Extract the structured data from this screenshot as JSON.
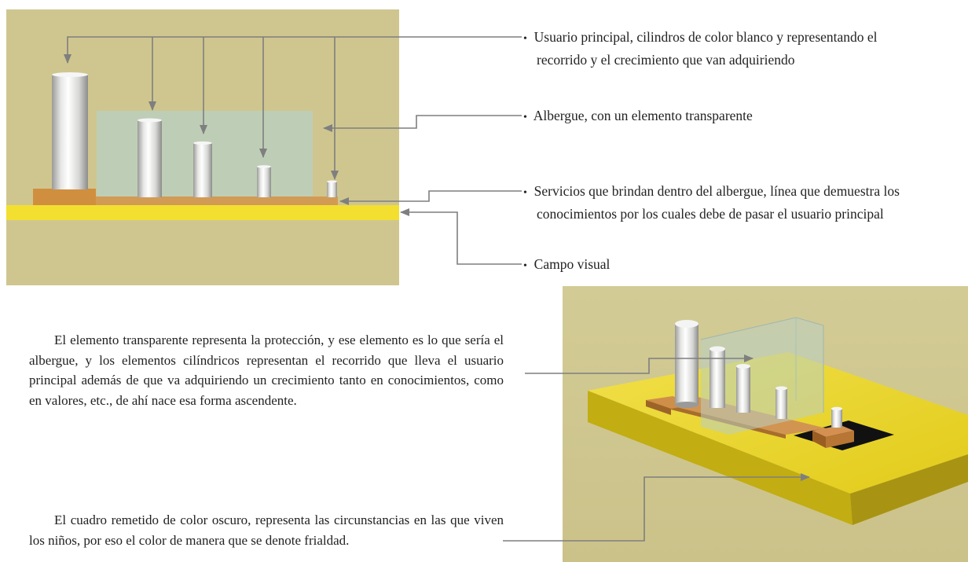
{
  "annotations": {
    "users": {
      "line1": "Usuario principal, cilindros de color blanco y representando el",
      "line2": "recorrido y el crecimiento que van adquiriendo"
    },
    "shelter": {
      "line1": "Albergue, con un elemento transparente"
    },
    "services": {
      "line1": "Servicios que brindan dentro del albergue, línea que demuestra los",
      "line2": "conocimientos por los cuales debe de pasar el usuario principal"
    },
    "field": {
      "line1": "Campo visual"
    }
  },
  "paragraphs": {
    "transparent": "El elemento transparente representa la protección, y ese elemento es lo que sería el albergue, y los elementos cilíndricos representan el recorrido que lleva el usuario principal además de que va adquiriendo un crecimiento tanto en conocimientos, como en valores, etc., de ahí nace esa forma ascendente.",
    "dark_square": "El cuadro remetido de color oscuro, representa las circunstancias en las que viven los niños, por eso el color de manera que se denote frialdad."
  },
  "colors": {
    "background_panel": "#cfc68f",
    "yellow_base": "#f2e02c",
    "orange_line": "#d49a52",
    "glass": "#b9d2c4",
    "arrow": "#7f7f7f",
    "cylinder": "#ececec",
    "dark_square": "#141414"
  }
}
